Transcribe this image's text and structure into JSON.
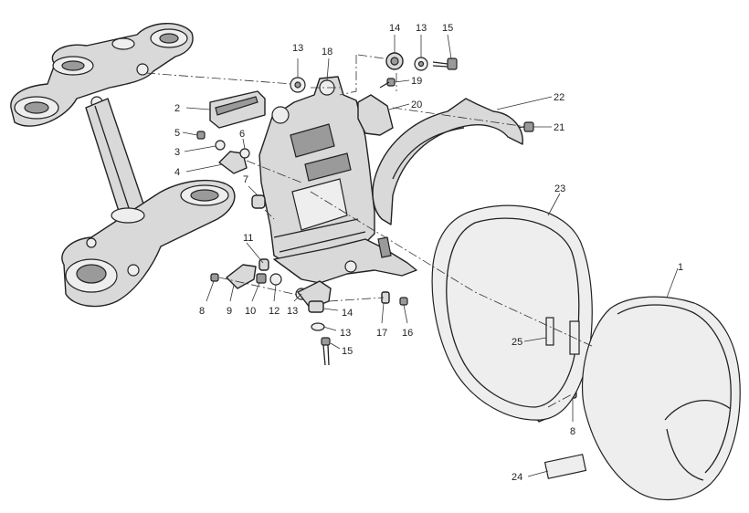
{
  "diagram": {
    "callouts": [
      {
        "id": "c1",
        "text": "1"
      },
      {
        "id": "c2",
        "text": "2"
      },
      {
        "id": "c3",
        "text": "3"
      },
      {
        "id": "c4",
        "text": "4"
      },
      {
        "id": "c5",
        "text": "5"
      },
      {
        "id": "c6",
        "text": "6"
      },
      {
        "id": "c7",
        "text": "7"
      },
      {
        "id": "c8a",
        "text": "8"
      },
      {
        "id": "c8b",
        "text": "8"
      },
      {
        "id": "c9",
        "text": "9"
      },
      {
        "id": "c10",
        "text": "10"
      },
      {
        "id": "c11",
        "text": "11"
      },
      {
        "id": "c12",
        "text": "12"
      },
      {
        "id": "c13a",
        "text": "13"
      },
      {
        "id": "c13b",
        "text": "13"
      },
      {
        "id": "c13c",
        "text": "13"
      },
      {
        "id": "c13d",
        "text": "13"
      },
      {
        "id": "c14a",
        "text": "14"
      },
      {
        "id": "c14b",
        "text": "14"
      },
      {
        "id": "c15a",
        "text": "15"
      },
      {
        "id": "c15b",
        "text": "15"
      },
      {
        "id": "c16",
        "text": "16"
      },
      {
        "id": "c17",
        "text": "17"
      },
      {
        "id": "c18",
        "text": "18"
      },
      {
        "id": "c19",
        "text": "19"
      },
      {
        "id": "c20",
        "text": "20"
      },
      {
        "id": "c21",
        "text": "21"
      },
      {
        "id": "c22",
        "text": "22"
      },
      {
        "id": "c23",
        "text": "23"
      },
      {
        "id": "c24",
        "text": "24"
      },
      {
        "id": "c25",
        "text": "25"
      }
    ]
  }
}
